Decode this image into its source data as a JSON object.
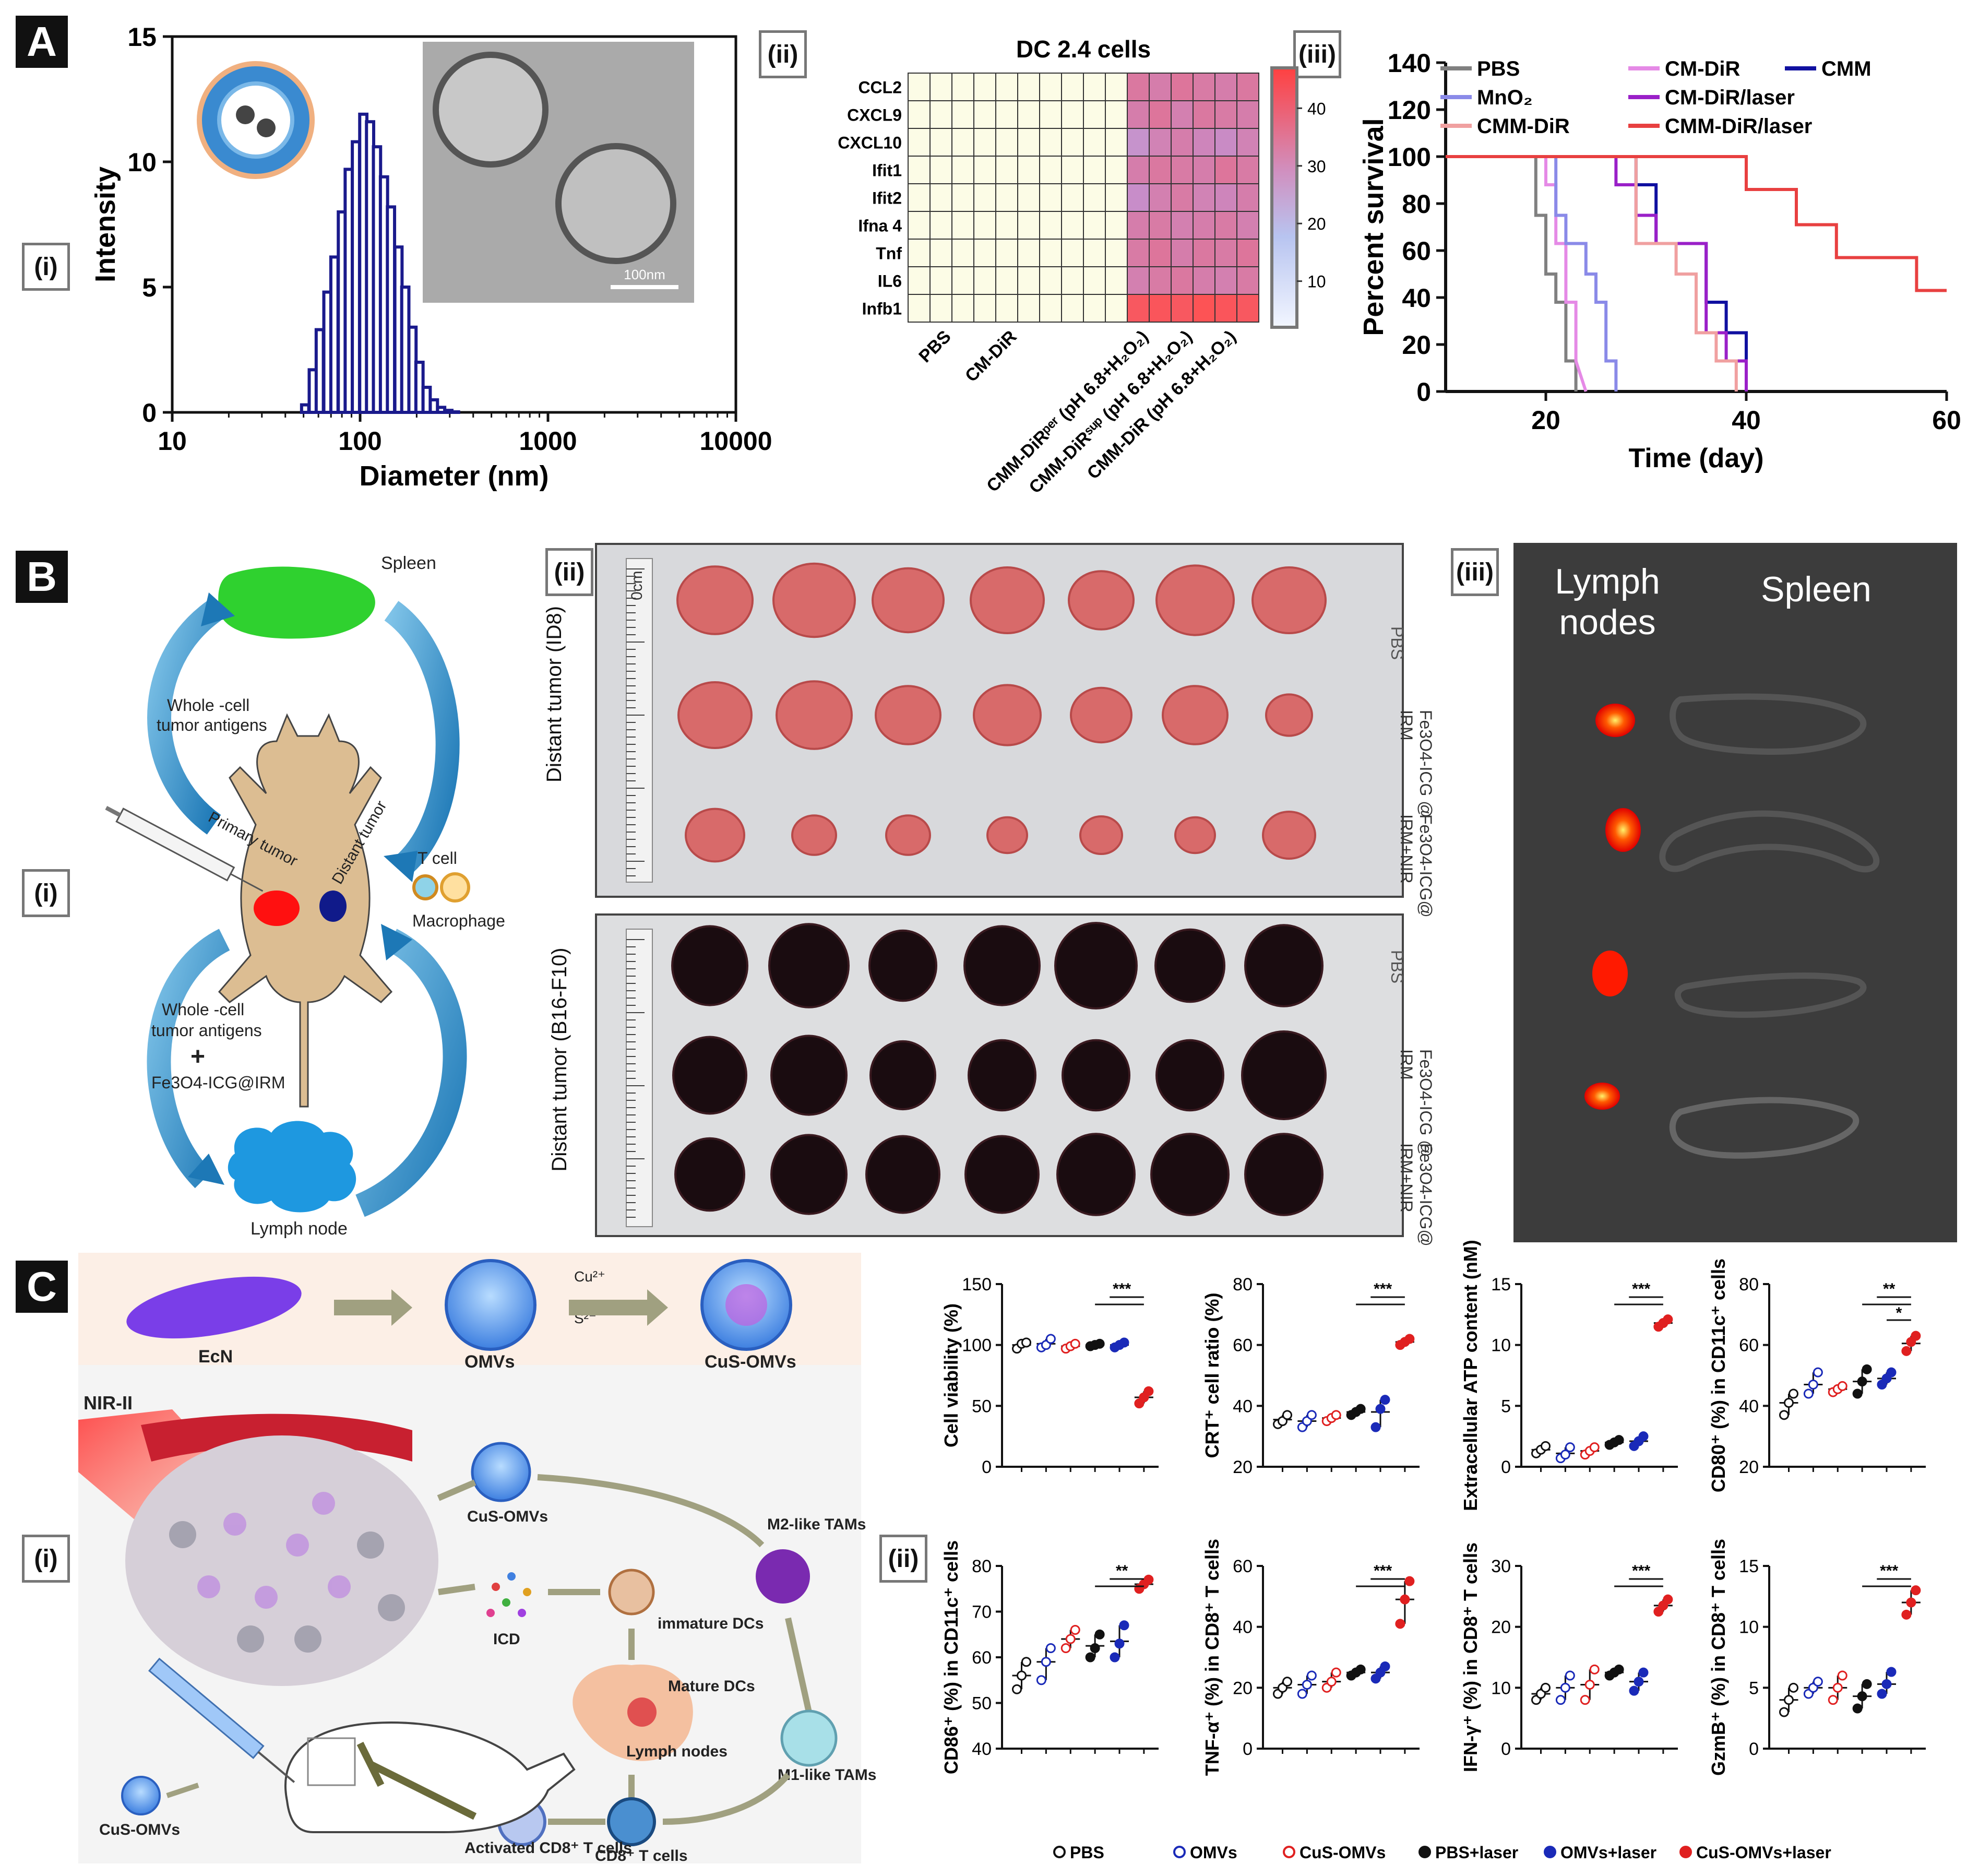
{
  "panels": {
    "A": {
      "label": "A",
      "sub_i": "(i)",
      "sub_ii": "(ii)",
      "sub_iii": "(iii)"
    },
    "B": {
      "label": "B",
      "sub_i": "(i)",
      "sub_ii": "(ii)",
      "sub_iii": "(iii)",
      "diagram": {
        "spleen": "Spleen",
        "whole_cell_top": "Whole -cell",
        "tumor_antigens_top": "tumor antigens",
        "primary_tumor": "Primary tumor",
        "distant_tumor": "Distant tumor",
        "t_cell": "T cell",
        "macrophage": "Macrophage",
        "whole_cell_bottom": "Whole -cell",
        "tumor_antigens_bottom": "tumor antigens",
        "plus": "+",
        "agent": "Fe3O4-ICG@IRM",
        "lymph_node": "Lymph node"
      },
      "photos": {
        "top_axis": "Distant tumor (ID8)",
        "bottom_axis": "Distant tumor (B16-F10)",
        "rows": [
          "PBS",
          "Fe3O4-ICG @ IRM",
          "Fe3O4-ICG@ IRM+NIR"
        ],
        "lymph_nodes": "Lymph nodes",
        "spleen": "Spleen",
        "ruler_unit": "0cm"
      }
    },
    "C": {
      "label": "C",
      "sub_i": "(i)",
      "sub_ii": "(ii)",
      "schematic": {
        "ecn": "EcN",
        "omvs": "OMVs",
        "cus_omvs": "CuS-OMVs",
        "cu": "Cu²⁺",
        "s": "S²⁻",
        "nir": "NIR-II",
        "cus_omvs_mid": "CuS-OMVs",
        "m2": "M2-like TAMs",
        "icd": "ICD",
        "immature": "immature DCs",
        "mature": "Mature DCs",
        "lymph": "Lymph nodes",
        "m1": "M1-like TAMs",
        "cd8": "CD8⁺ T cells",
        "activated": "Activated CD8⁺ T cells",
        "cus_left": "CuS-OMVs"
      }
    }
  },
  "colors": {
    "PBS": "#808080",
    "CM-DiR": "#e58ae6",
    "CMM": "#1010a0",
    "MnO2": "#8a8ae8",
    "CM-DiR/laser": "#9a20c8",
    "CMM-DiR": "#f0a0a0",
    "CMM-DiR/laser": "#e84040",
    "bar": "#1a1a8c",
    "c_black": "#111111",
    "c_blue": "#1a2ab8",
    "c_red": "#e02020"
  },
  "chart_data": [
    {
      "type": "bar",
      "id": "A-i",
      "xlabel": "Diameter (nm)",
      "ylabel": "Intensity",
      "xscale": "log",
      "xlim": [
        10,
        10000
      ],
      "ylim": [
        0,
        15
      ],
      "xticks": [
        "10",
        "100",
        "1000",
        "10000"
      ],
      "yticks": [
        "0",
        "5",
        "10",
        "15"
      ],
      "inset_scale": "100nm",
      "x": [
        51,
        56,
        61,
        67,
        73,
        80,
        87,
        95,
        104,
        113,
        123,
        134,
        146,
        160,
        174,
        190,
        207,
        226,
        247,
        270,
        295,
        320
      ],
      "values": [
        0.3,
        1.7,
        3.3,
        4.8,
        6.2,
        8.0,
        9.7,
        10.8,
        11.9,
        11.6,
        10.6,
        9.4,
        8.2,
        6.6,
        5.0,
        3.4,
        2.0,
        1.0,
        0.5,
        0.2,
        0.08,
        0.02
      ]
    },
    {
      "type": "heatmap",
      "id": "A-ii",
      "title": "DC 2.4 cells",
      "rows": [
        "CCL2",
        "CXCL9",
        "CXCL10",
        "Ifit1",
        "Ifit2",
        "Ifna 4",
        "Tnf",
        "IL6",
        "Infb1"
      ],
      "columns": [
        "PBS",
        "CM-DiR",
        "CMM-DiRper (pH 6.8+H2O2)",
        "CMM-DiRsup (pH 6.8+H2O2)",
        "CMM-DiR (pH 6.8+H2O2)"
      ],
      "colorbar_ticks": [
        "10",
        "20",
        "30",
        "40"
      ],
      "colorbar_range": [
        2,
        47
      ],
      "values": [
        [
          1,
          1,
          1,
          1,
          1,
          1,
          1,
          1,
          1,
          1,
          32,
          30,
          33,
          31,
          30,
          32
        ],
        [
          1,
          1,
          1,
          1,
          1,
          1,
          1,
          1,
          1,
          1,
          30,
          33,
          29,
          32,
          31,
          30
        ],
        [
          1,
          1,
          1,
          1,
          1,
          1,
          1,
          1,
          1,
          1,
          22,
          28,
          30,
          27,
          25,
          28
        ],
        [
          1,
          1,
          1,
          1,
          1,
          1,
          1,
          1,
          1,
          1,
          30,
          32,
          31,
          30,
          33,
          31
        ],
        [
          1,
          1,
          1,
          1,
          1,
          1,
          1,
          1,
          1,
          1,
          24,
          29,
          31,
          28,
          27,
          30
        ],
        [
          1,
          1,
          1,
          1,
          1,
          1,
          1,
          1,
          1,
          1,
          30,
          31,
          29,
          30,
          31,
          29
        ],
        [
          1,
          1,
          1,
          1,
          1,
          1,
          1,
          1,
          1,
          1,
          31,
          33,
          30,
          32,
          31,
          33
        ],
        [
          1,
          1,
          1,
          1,
          1,
          1,
          1,
          1,
          1,
          1,
          29,
          31,
          32,
          30,
          29,
          31
        ],
        [
          1,
          1,
          1,
          1,
          1,
          1,
          1,
          1,
          1,
          1,
          44,
          45,
          44,
          46,
          45,
          44
        ]
      ]
    },
    {
      "type": "line",
      "id": "A-iii",
      "xlabel": "Time (day)",
      "ylabel": "Percent survival",
      "xlim": [
        10,
        60
      ],
      "ylim": [
        0,
        140
      ],
      "xticks": [
        "20",
        "40",
        "60"
      ],
      "yticks": [
        "0",
        "20",
        "40",
        "60",
        "80",
        "100",
        "120",
        "140"
      ],
      "series": [
        {
          "name": "PBS",
          "x": [
            10,
            19,
            19,
            20,
            20,
            21,
            21,
            22,
            22,
            23,
            23
          ],
          "y": [
            100,
            100,
            75,
            75,
            50,
            50,
            38,
            38,
            13,
            13,
            0
          ]
        },
        {
          "name": "CM-DiR",
          "x": [
            10,
            20,
            20,
            21,
            21,
            22,
            22,
            23,
            23,
            24
          ],
          "y": [
            100,
            100,
            88,
            88,
            63,
            63,
            38,
            38,
            13,
            0
          ]
        },
        {
          "name": "CMM",
          "x": [
            10,
            27,
            27,
            29,
            29,
            31,
            31,
            36,
            36,
            38,
            38,
            40,
            40
          ],
          "y": [
            100,
            100,
            100,
            100,
            88,
            88,
            63,
            63,
            38,
            38,
            25,
            25,
            0
          ]
        },
        {
          "name": "MnO2",
          "x": [
            10,
            21,
            21,
            22,
            22,
            24,
            24,
            25,
            25,
            26,
            26,
            27,
            27
          ],
          "y": [
            100,
            100,
            75,
            75,
            63,
            63,
            50,
            50,
            38,
            38,
            13,
            13,
            0
          ]
        },
        {
          "name": "CM-DiR/laser",
          "x": [
            10,
            27,
            27,
            29,
            29,
            31,
            31,
            36,
            36,
            38,
            38,
            40,
            40
          ],
          "y": [
            100,
            100,
            88,
            88,
            75,
            75,
            63,
            63,
            25,
            25,
            13,
            13,
            0
          ]
        },
        {
          "name": "CMM-DiR",
          "x": [
            10,
            29,
            29,
            33,
            33,
            35,
            35,
            37,
            37,
            39,
            39
          ],
          "y": [
            100,
            100,
            63,
            63,
            50,
            50,
            25,
            25,
            13,
            13,
            0
          ]
        },
        {
          "name": "CMM-DiR/laser",
          "x": [
            10,
            40,
            40,
            45,
            45,
            49,
            49,
            57,
            57,
            60
          ],
          "y": [
            100,
            100,
            86,
            86,
            71,
            71,
            57,
            57,
            43,
            43
          ]
        }
      ]
    },
    {
      "type": "scatter",
      "id": "C-ii",
      "groups": [
        "PBS",
        "OMVs",
        "CuS-OMVs",
        "PBS+laser",
        "OMVs+laser",
        "CuS-OMVs+laser"
      ],
      "group_colors": [
        "#111111",
        "#1a2ab8",
        "#e02020",
        "#111111",
        "#1a2ab8",
        "#e02020"
      ],
      "group_filled": [
        false,
        false,
        false,
        true,
        true,
        true
      ],
      "legend": [
        "PBS",
        "OMVs",
        "CuS-OMVs",
        "PBS+laser",
        "OMVs+laser",
        "CuS-OMVs+laser"
      ],
      "subplots": [
        {
          "ylabel": "Cell viability (%)",
          "ylim": [
            0,
            150
          ],
          "yticks": [
            "0",
            "50",
            "100",
            "150"
          ],
          "means": [
            100,
            101,
            99,
            100,
            100,
            57
          ],
          "sig": "***",
          "pts": [
            [
              97,
              101,
              102
            ],
            [
              98,
              100,
              105
            ],
            [
              97,
              99,
              101
            ],
            [
              99,
              100,
              101
            ],
            [
              98,
              100,
              102
            ],
            [
              52,
              57,
              62
            ]
          ]
        },
        {
          "ylabel": "CRT⁺ cell ratio (%)",
          "ylim": [
            20,
            80
          ],
          "yticks": [
            "20",
            "40",
            "60",
            "80"
          ],
          "means": [
            35.5,
            35,
            36,
            38,
            38,
            61
          ],
          "sig": "***",
          "pts": [
            [
              34,
              35,
              37
            ],
            [
              33,
              35,
              37
            ],
            [
              35,
              36,
              37
            ],
            [
              37,
              38,
              39
            ],
            [
              33,
              39,
              42
            ],
            [
              60,
              61,
              62
            ]
          ]
        },
        {
          "ylabel": "Extracellular ATP content (nM)",
          "ylim": [
            0,
            15
          ],
          "yticks": [
            "0",
            "5",
            "10",
            "15"
          ],
          "means": [
            1.4,
            1.1,
            1.3,
            2,
            2.1,
            11.8
          ],
          "sig": "***",
          "pts": [
            [
              1.1,
              1.4,
              1.7
            ],
            [
              0.7,
              1.0,
              1.6
            ],
            [
              1.0,
              1.3,
              1.6
            ],
            [
              1.8,
              2.0,
              2.2
            ],
            [
              1.7,
              2.1,
              2.5
            ],
            [
              11.5,
              11.8,
              12.1
            ]
          ]
        },
        {
          "ylabel": "CD80⁺ (%) in CD11c⁺ cells",
          "ylim": [
            20,
            80
          ],
          "yticks": [
            "20",
            "40",
            "60",
            "80"
          ],
          "means": [
            41,
            47,
            45.5,
            48,
            49,
            60.5
          ],
          "sig": "**",
          "sig2": "*",
          "pts": [
            [
              37,
              41,
              44
            ],
            [
              44,
              47,
              51
            ],
            [
              44.5,
              45.5,
              46.5
            ],
            [
              44,
              48,
              52
            ],
            [
              47,
              49,
              51
            ],
            [
              58,
              61,
              63
            ]
          ]
        },
        {
          "ylabel": "CD86⁺ (%) in CD11c⁺ cells",
          "ylim": [
            40,
            80
          ],
          "yticks": [
            "40",
            "50",
            "60",
            "70",
            "80"
          ],
          "means": [
            56,
            59,
            64,
            62.5,
            63.5,
            76
          ],
          "sig": "**",
          "pts": [
            [
              53,
              56,
              59
            ],
            [
              55,
              59,
              62
            ],
            [
              62,
              64,
              66
            ],
            [
              60,
              62,
              65
            ],
            [
              60,
              63,
              67
            ],
            [
              75,
              76,
              77
            ]
          ]
        },
        {
          "ylabel": "TNF-α⁺ (%) in CD8⁺ T cells",
          "ylim": [
            0,
            60
          ],
          "yticks": [
            "0",
            "20",
            "40",
            "60"
          ],
          "means": [
            20,
            21,
            22,
            25,
            25,
            49
          ],
          "sig": "***",
          "pts": [
            [
              18,
              20,
              22
            ],
            [
              18,
              21,
              24
            ],
            [
              20,
              22,
              25
            ],
            [
              24,
              25,
              26
            ],
            [
              23,
              25,
              27
            ],
            [
              41,
              49,
              55
            ]
          ]
        },
        {
          "ylabel": "IFN-γ⁺ (%) in CD8⁺ T cells",
          "ylim": [
            0,
            30
          ],
          "yticks": [
            "0",
            "10",
            "20",
            "30"
          ],
          "means": [
            9,
            10,
            10.5,
            12.5,
            11,
            23.5
          ],
          "sig": "***",
          "pts": [
            [
              8,
              9,
              10
            ],
            [
              8,
              10,
              12
            ],
            [
              8,
              10.5,
              13
            ],
            [
              12,
              12.5,
              13
            ],
            [
              9.5,
              11,
              12.5
            ],
            [
              22.5,
              23.5,
              24.5
            ]
          ]
        },
        {
          "ylabel": "GzmB⁺ (%) in CD8⁺ T cells",
          "ylim": [
            0,
            15
          ],
          "yticks": [
            "0",
            "5",
            "10",
            "15"
          ],
          "means": [
            4,
            5,
            5,
            4.3,
            5.3,
            12
          ],
          "sig": "***",
          "pts": [
            [
              3,
              4,
              5
            ],
            [
              4.5,
              5,
              5.5
            ],
            [
              4,
              5,
              6
            ],
            [
              3.3,
              4.3,
              5.3
            ],
            [
              4.5,
              5.3,
              6.3
            ],
            [
              11,
              12,
              13
            ]
          ]
        }
      ]
    }
  ]
}
